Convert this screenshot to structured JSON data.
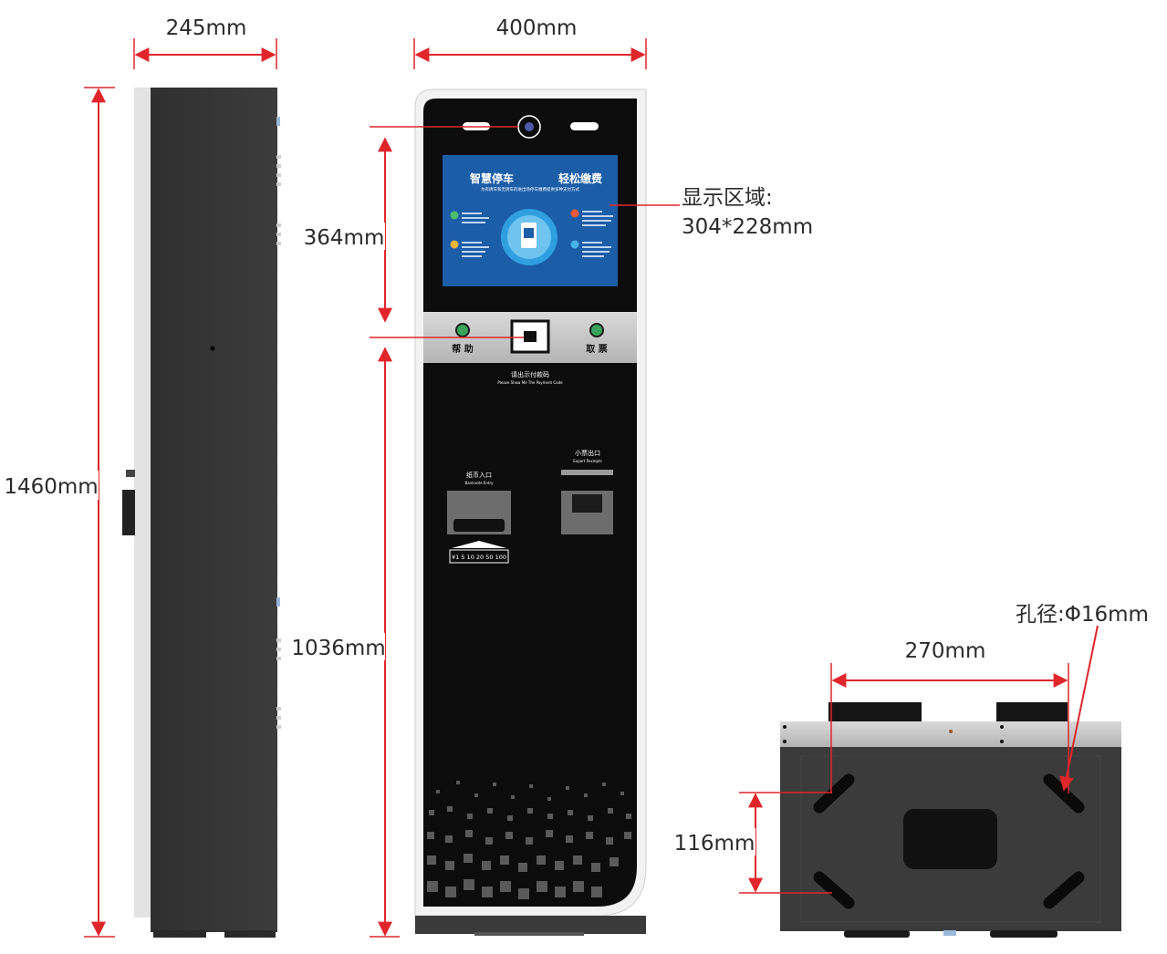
{
  "dimensions": {
    "side_width": "245mm",
    "front_width": "400mm",
    "total_height": "1460mm",
    "screen_zone_height": "364mm",
    "lower_height": "1036mm",
    "hole_spacing": "270mm",
    "hole_vertical_spacing": "116mm",
    "hole_diameter": "孔径:Φ16mm"
  },
  "display_area": {
    "label": "显示区域:",
    "size": "304*228mm"
  },
  "screen": {
    "headline_left": "智慧停车",
    "headline_right": "轻松缴费",
    "subline": "为有牌车和无牌车的进出场停车缴费提供多种支付方式"
  },
  "panel": {
    "help_label": "帮 助",
    "ticket_label": "取 票",
    "payment_prompt_cn": "请出示付款码",
    "payment_prompt_en": "Please Show Me The Payment Code"
  },
  "slots": {
    "banknote_cn": "纸币入口",
    "banknote_en": "Banknote Entry",
    "banknote_denoms": "¥1 5 10 20 50 100",
    "receipt_cn": "小票出口",
    "receipt_en": "Export Receipts"
  },
  "colors": {
    "dimension_line": "#e0262b",
    "body": "#3b3b3b",
    "panel": "#0c0c0c",
    "screen": "#1c5da8"
  }
}
